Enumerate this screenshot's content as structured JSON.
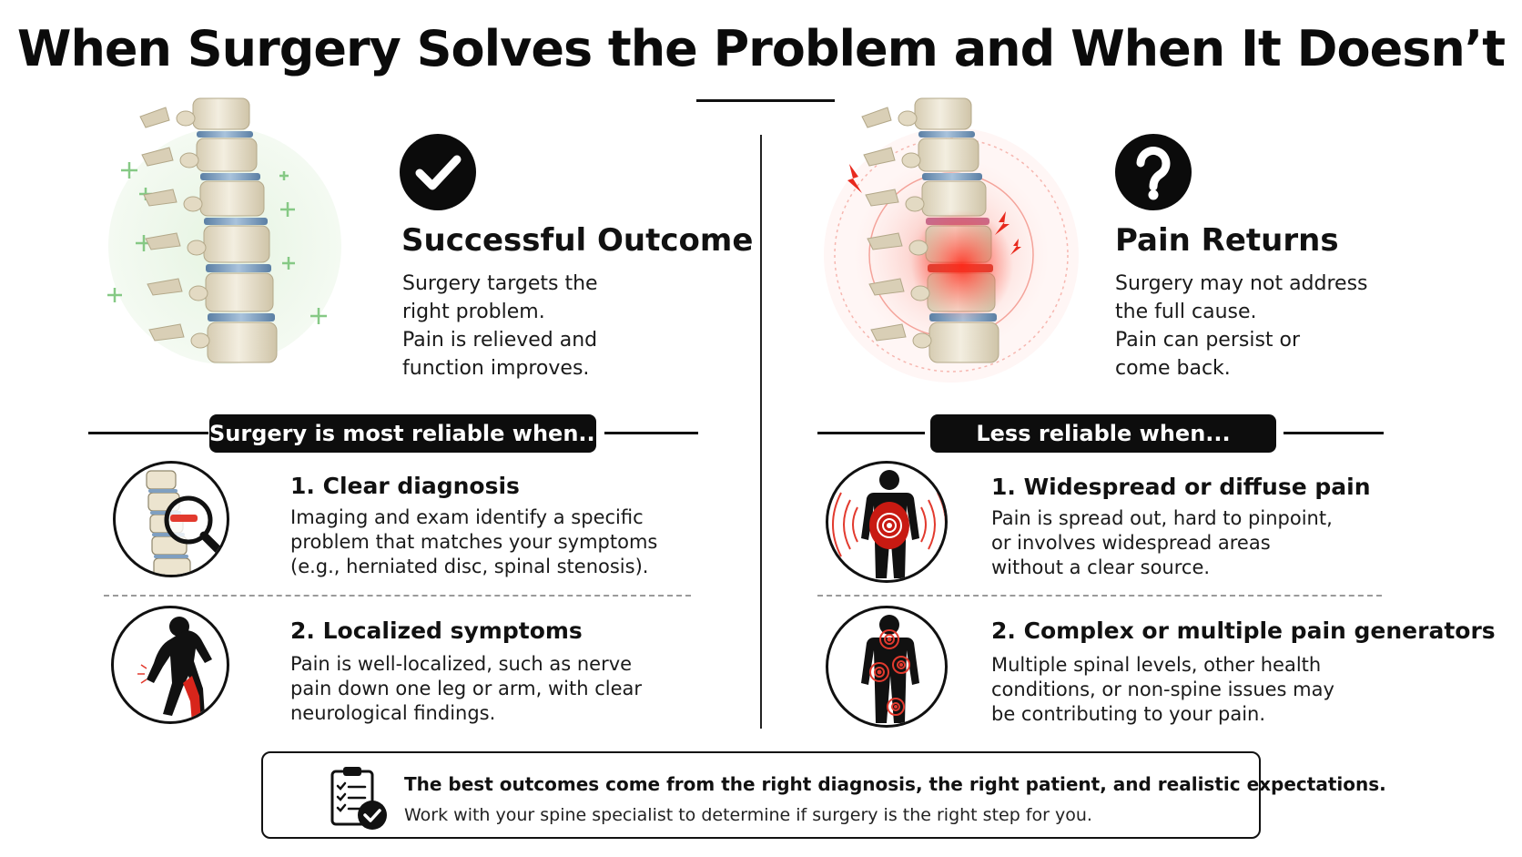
{
  "title": "When Surgery Solves the Problem and When It Doesn’t",
  "left": {
    "icon": "checkmark-icon",
    "heading": "Successful Outcome",
    "lines": [
      "Surgery targets the",
      "right problem.",
      "Pain is relieved and",
      "function improves."
    ],
    "banner": "Surgery is most reliable when...",
    "items": [
      {
        "icon": "spine-magnifier-icon",
        "title": "1. Clear diagnosis",
        "lines": [
          "Imaging and exam identify a specific",
          "problem that matches your symptoms",
          "(e.g., herniated disc, spinal stenosis)."
        ]
      },
      {
        "icon": "leg-pain-figure-icon",
        "title": "2. Localized symptoms",
        "lines": [
          "Pain is well-localized, such as nerve",
          "pain down one leg or arm, with clear",
          "neurological findings."
        ]
      }
    ]
  },
  "right": {
    "icon": "question-mark-icon",
    "heading": "Pain Returns",
    "lines": [
      "Surgery may not address",
      "the full cause.",
      "Pain can persist or",
      "come back."
    ],
    "banner": "Less reliable when...",
    "items": [
      {
        "icon": "diffuse-pain-figure-icon",
        "title": "1. Widespread or diffuse pain",
        "lines": [
          "Pain is spread out, hard to pinpoint,",
          "or involves widespread areas",
          "without a clear source."
        ]
      },
      {
        "icon": "multiple-pain-points-figure-icon",
        "title": "2. Complex or multiple pain generators",
        "lines": [
          "Multiple spinal levels, other health",
          "conditions, or non-spine issues may",
          "be contributing to your pain."
        ]
      }
    ]
  },
  "footer": {
    "icon": "clipboard-checklist-icon",
    "strong": "The best outcomes come from the right diagnosis, the right patient, and realistic expectations.",
    "normal": "Work with your spine specialist to determine if surgery is the right step for you."
  },
  "colors": {
    "pain_red": "#e0261f",
    "healthy_green": "#7ac77a",
    "bone": "#e9e2cf",
    "disc_blue": "#6f93b8",
    "ink": "#0b0b0b"
  }
}
